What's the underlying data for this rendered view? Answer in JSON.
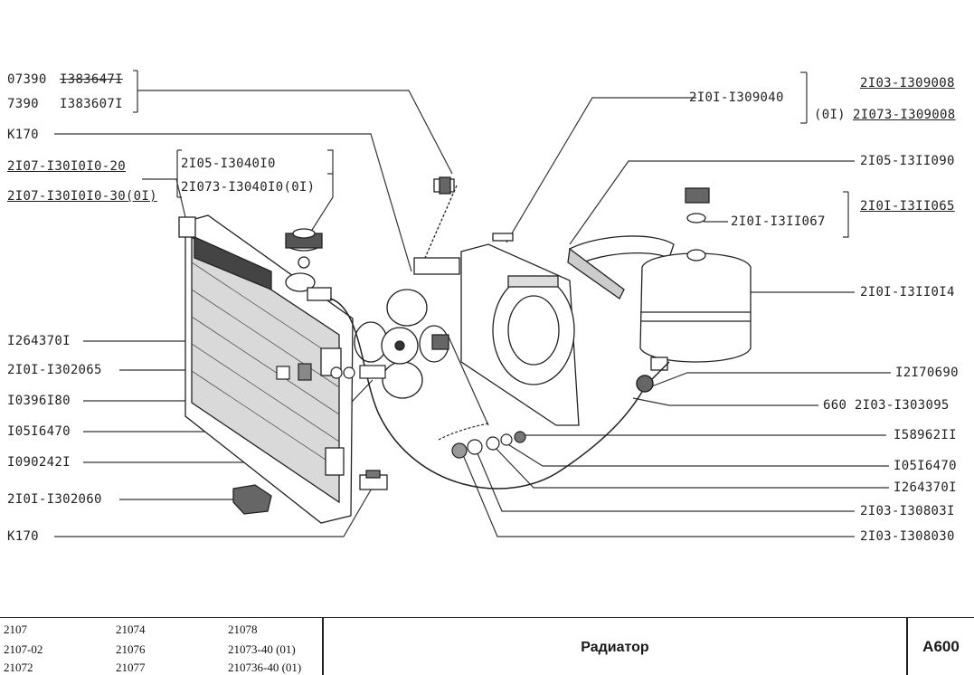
{
  "labels": {
    "l1a": "07390",
    "l1b": "I383647I",
    "l2a": "7390",
    "l2b": "I383607I",
    "k170_top": "K170",
    "rad1": "2I07-I30I0I0-20",
    "rad2": "2I07-I30I0I0-30(0I)",
    "cap1": "2I05-I3040I0",
    "cap2": "2I073-I3040I0(0I)",
    "p1": "I264370I",
    "p2": "2I0I-I302065",
    "p3": "I0396I80",
    "p4": "I05I6470",
    "p5": "I090242I",
    "p6": "2I0I-I302060",
    "k170_bot": "K170",
    "r_shroud": "2I0I-I309040",
    "r_top1": "2I03-I309008",
    "r_top2_pre": "(0I)",
    "r_top2": "2I073-I309008",
    "r_strap": "2I05-I3II090",
    "r_capset": "2I0I-I3II065",
    "r_capwash": "2I0I-I3II067",
    "r_tank": "2I0I-I3II0I4",
    "r_hose1": "I2I70690",
    "r_hose2": "660  2I03-I303095",
    "r_n1": "I58962II",
    "r_n2": "I05I6470",
    "r_n3": "I264370I",
    "r_n4": "2I03-I30803I",
    "r_n5": "2I03-I308030"
  },
  "footer": {
    "models": [
      [
        "2107",
        "21074",
        "21078"
      ],
      [
        "2107-02",
        "21076",
        "21073-40 (01)"
      ],
      [
        "21072",
        "21077",
        "210736-40 (01)"
      ]
    ],
    "title": "Радиатор",
    "code": "A600"
  }
}
